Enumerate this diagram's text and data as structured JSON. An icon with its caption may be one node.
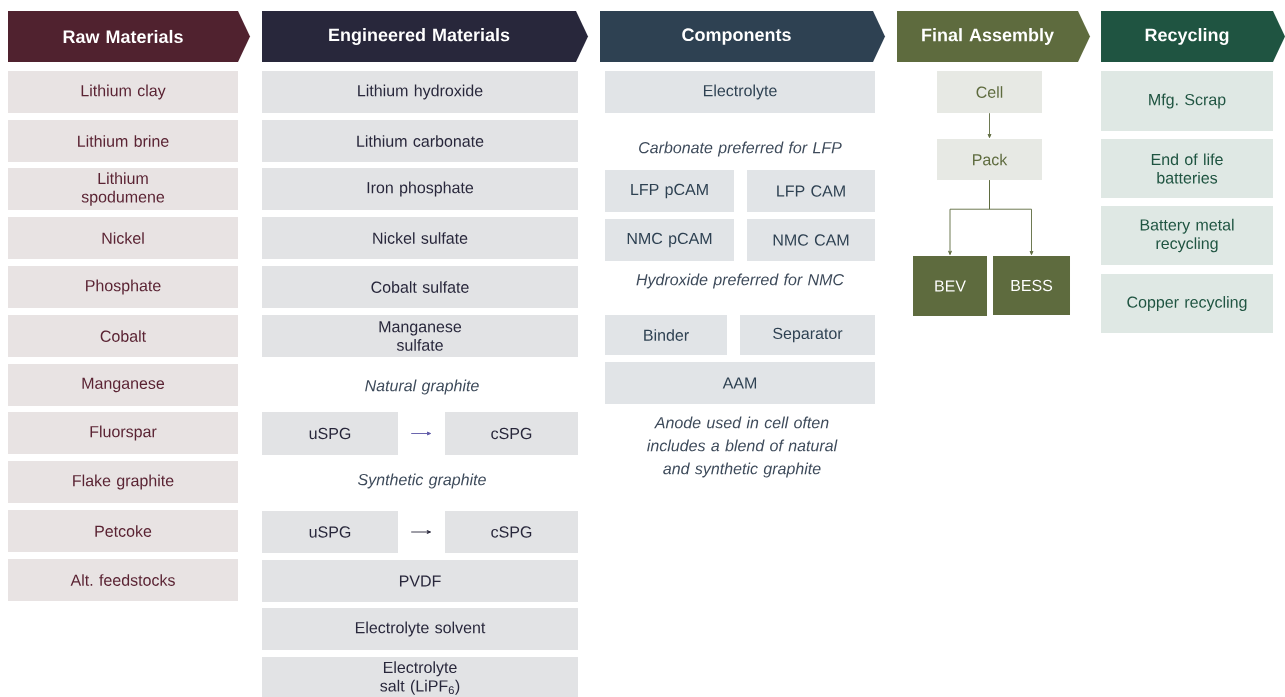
{
  "diagram": {
    "nodes": [
      {
        "text": [
          "Raw Materials"
        ]
      },
      {
        "text": [
          "Lithium clay"
        ]
      },
      {
        "text": [
          "Lithium brine"
        ]
      },
      {
        "text": [
          "Lithium spodumene"
        ]
      },
      {
        "text": [
          "Nickel"
        ]
      },
      {
        "text": [
          "Phosphate"
        ]
      },
      {
        "text": [
          "Cobalt"
        ]
      },
      {
        "text": [
          "Manganese"
        ]
      },
      {
        "text": [
          "Fluorspar"
        ]
      },
      {
        "text": [
          "Flake graphite"
        ]
      },
      {
        "text": [
          "Petcoke"
        ]
      },
      {
        "text": [
          "Alt. feedstocks"
        ]
      },
      {
        "text": [
          "Engineered Materials"
        ]
      },
      {
        "text": [
          "Lithium hydroxide"
        ]
      },
      {
        "text": [
          "Lithium carbonate"
        ]
      },
      {
        "text": [
          "Iron phosphate"
        ]
      },
      {
        "text": [
          "Nickel sulfate"
        ]
      },
      {
        "text": [
          "Cobalt sulfate"
        ]
      },
      {
        "text": [
          "Manganese sulfate"
        ]
      },
      {
        "text": [
          "uSPG"
        ]
      },
      {
        "text": [
          "cSPG"
        ]
      },
      {
        "text": [
          "uSPG"
        ]
      },
      {
        "text": [
          "cSPG"
        ]
      },
      {
        "text": [
          "PVDF"
        ]
      },
      {
        "text": [
          "Electrolyte solvent"
        ]
      },
      {
        "text": [
          "Electrolyte salt (LiPF$_{6}$)"
        ]
      },
      {
        "text": [
          "Components"
        ]
      },
      {
        "text": [
          "Electrolyte"
        ]
      },
      {
        "text": [
          "LFP pCAM"
        ]
      },
      {
        "text": [
          "LFP CAM"
        ]
      },
      {
        "text": [
          "NMC pCAM"
        ]
      },
      {
        "text": [
          "NMC CAM"
        ]
      },
      {
        "text": [
          "Binder"
        ]
      },
      {
        "text": [
          "Separator"
        ]
      },
      {
        "text": [
          "AAM"
        ]
      },
      {
        "text": [
          "Final Assembly"
        ]
      },
      {
        "text": [
          "Cell"
        ]
      },
      {
        "text": [
          "Pack"
        ]
      },
      {
        "text": [
          "BEV"
        ]
      },
      {
        "text": [
          "BESS"
        ]
      },
      {
        "text": [
          "Recycling"
        ]
      },
      {
        "text": [
          "Mfg. Scrap"
        ]
      },
      {
        "text": [
          "End of life batteries"
        ]
      },
      {
        "text": [
          "Battery metal recycling"
        ]
      },
      {
        "text": [
          "Copper recycling"
        ]
      }
    ],
    "edges": [
      {
        "from": 19,
        "to": 20,
        "arrow": "to",
        "color": "#5a55a5"
      },
      {
        "from": 21,
        "to": 22,
        "arrow": "to",
        "color": "#28273b"
      },
      {
        "from": 36,
        "to": 37,
        "arrow": "to"
      },
      {
        "from": 37,
        "to": 38,
        "arrow": "to"
      },
      {
        "from": 37,
        "to": 39,
        "arrow": "to"
      }
    ],
    "labels": [
      "Carbonate preferred for LFP",
      "Hydroxide preferred for NMC",
      "Natural graphite",
      "Anode used in cell often includes a blend of natural and synthetic graphite",
      "Synthetic graphite"
    ]
  }
}
